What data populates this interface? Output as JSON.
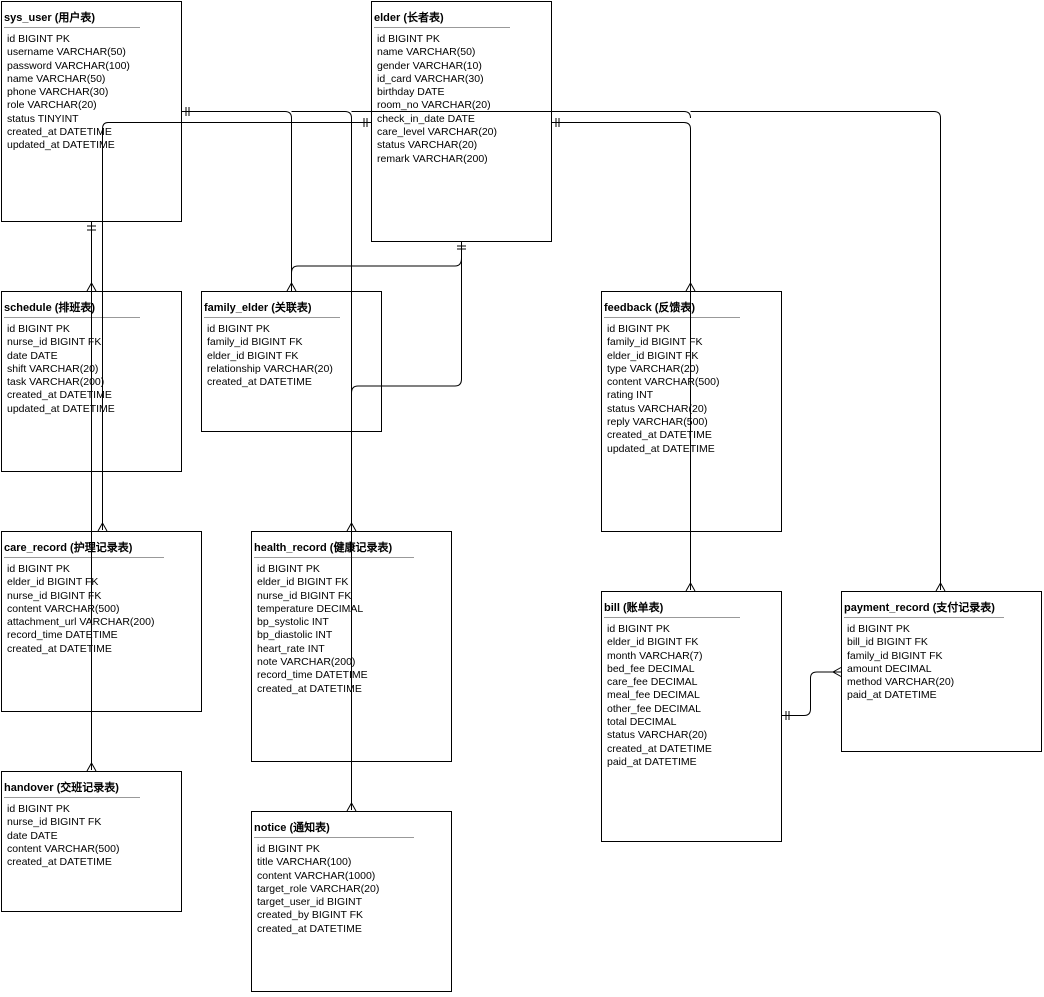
{
  "entities": [
    {
      "id": "sys_user",
      "title": "sys_user (用户表)",
      "fields": [
        "id BIGINT PK",
        "username VARCHAR(50)",
        "password VARCHAR(100)",
        "name VARCHAR(50)",
        "phone VARCHAR(30)",
        "role VARCHAR(20)",
        "status TINYINT",
        "created_at DATETIME",
        "updated_at DATETIME"
      ]
    },
    {
      "id": "elder",
      "title": "elder (长者表)",
      "fields": [
        "id BIGINT PK",
        "name VARCHAR(50)",
        "gender VARCHAR(10)",
        "id_card VARCHAR(30)",
        "birthday DATE",
        "room_no VARCHAR(20)",
        "check_in_date DATE",
        "care_level VARCHAR(20)",
        "status VARCHAR(20)",
        "remark VARCHAR(200)"
      ]
    },
    {
      "id": "schedule",
      "title": "schedule (排班表)",
      "fields": [
        "id BIGINT PK",
        "nurse_id BIGINT FK",
        "date DATE",
        "shift VARCHAR(20)",
        "task VARCHAR(200)",
        "created_at DATETIME",
        "updated_at DATETIME"
      ]
    },
    {
      "id": "family_elder",
      "title": "family_elder (关联表)",
      "fields": [
        "id BIGINT PK",
        "family_id BIGINT FK",
        "elder_id BIGINT FK",
        "relationship VARCHAR(20)",
        "created_at DATETIME"
      ]
    },
    {
      "id": "feedback",
      "title": "feedback (反馈表)",
      "fields": [
        "id BIGINT PK",
        "family_id BIGINT FK",
        "elder_id BIGINT FK",
        "type VARCHAR(20)",
        "content VARCHAR(500)",
        "rating INT",
        "status VARCHAR(20)",
        "reply VARCHAR(500)",
        "created_at DATETIME",
        "updated_at DATETIME"
      ]
    },
    {
      "id": "care_record",
      "title": "care_record (护理记录表)",
      "fields": [
        "id BIGINT PK",
        "elder_id BIGINT FK",
        "nurse_id BIGINT FK",
        "content VARCHAR(500)",
        "attachment_url VARCHAR(200)",
        "record_time DATETIME",
        "created_at DATETIME"
      ]
    },
    {
      "id": "health_record",
      "title": "health_record (健康记录表)",
      "fields": [
        "id BIGINT PK",
        "elder_id BIGINT FK",
        "nurse_id BIGINT FK",
        "temperature DECIMAL",
        "bp_systolic INT",
        "bp_diastolic INT",
        "heart_rate INT",
        "note VARCHAR(200)",
        "record_time DATETIME",
        "created_at DATETIME"
      ]
    },
    {
      "id": "bill",
      "title": "bill (账单表)",
      "fields": [
        "id BIGINT PK",
        "elder_id BIGINT FK",
        "month VARCHAR(7)",
        "bed_fee DECIMAL",
        "care_fee DECIMAL",
        "meal_fee DECIMAL",
        "other_fee DECIMAL",
        "total DECIMAL",
        "status VARCHAR(20)",
        "created_at DATETIME",
        "paid_at DATETIME"
      ]
    },
    {
      "id": "payment_record",
      "title": "payment_record (支付记录表)",
      "fields": [
        "id BIGINT PK",
        "bill_id BIGINT FK",
        "family_id BIGINT FK",
        "amount DECIMAL",
        "method VARCHAR(20)",
        "paid_at DATETIME"
      ]
    },
    {
      "id": "handover",
      "title": "handover (交班记录表)",
      "fields": [
        "id BIGINT PK",
        "nurse_id BIGINT FK",
        "date DATE",
        "content VARCHAR(500)",
        "created_at DATETIME"
      ]
    },
    {
      "id": "notice",
      "title": "notice (通知表)",
      "fields": [
        "id BIGINT PK",
        "title VARCHAR(100)",
        "content VARCHAR(1000)",
        "target_role VARCHAR(20)",
        "target_user_id BIGINT",
        "created_by BIGINT FK",
        "created_at DATETIME"
      ]
    }
  ]
}
